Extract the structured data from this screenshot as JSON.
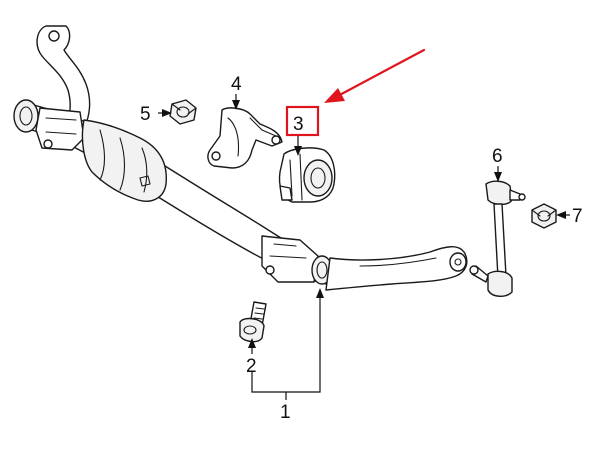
{
  "callouts": {
    "c1": "1",
    "c2": "2",
    "c3": "3",
    "c4": "4",
    "c5": "5",
    "c6": "6",
    "c7": "7"
  },
  "highlight": {
    "callout": "3",
    "color": "#e0141c"
  },
  "colors": {
    "line": "#1a1a1a",
    "background": "#ffffff"
  }
}
